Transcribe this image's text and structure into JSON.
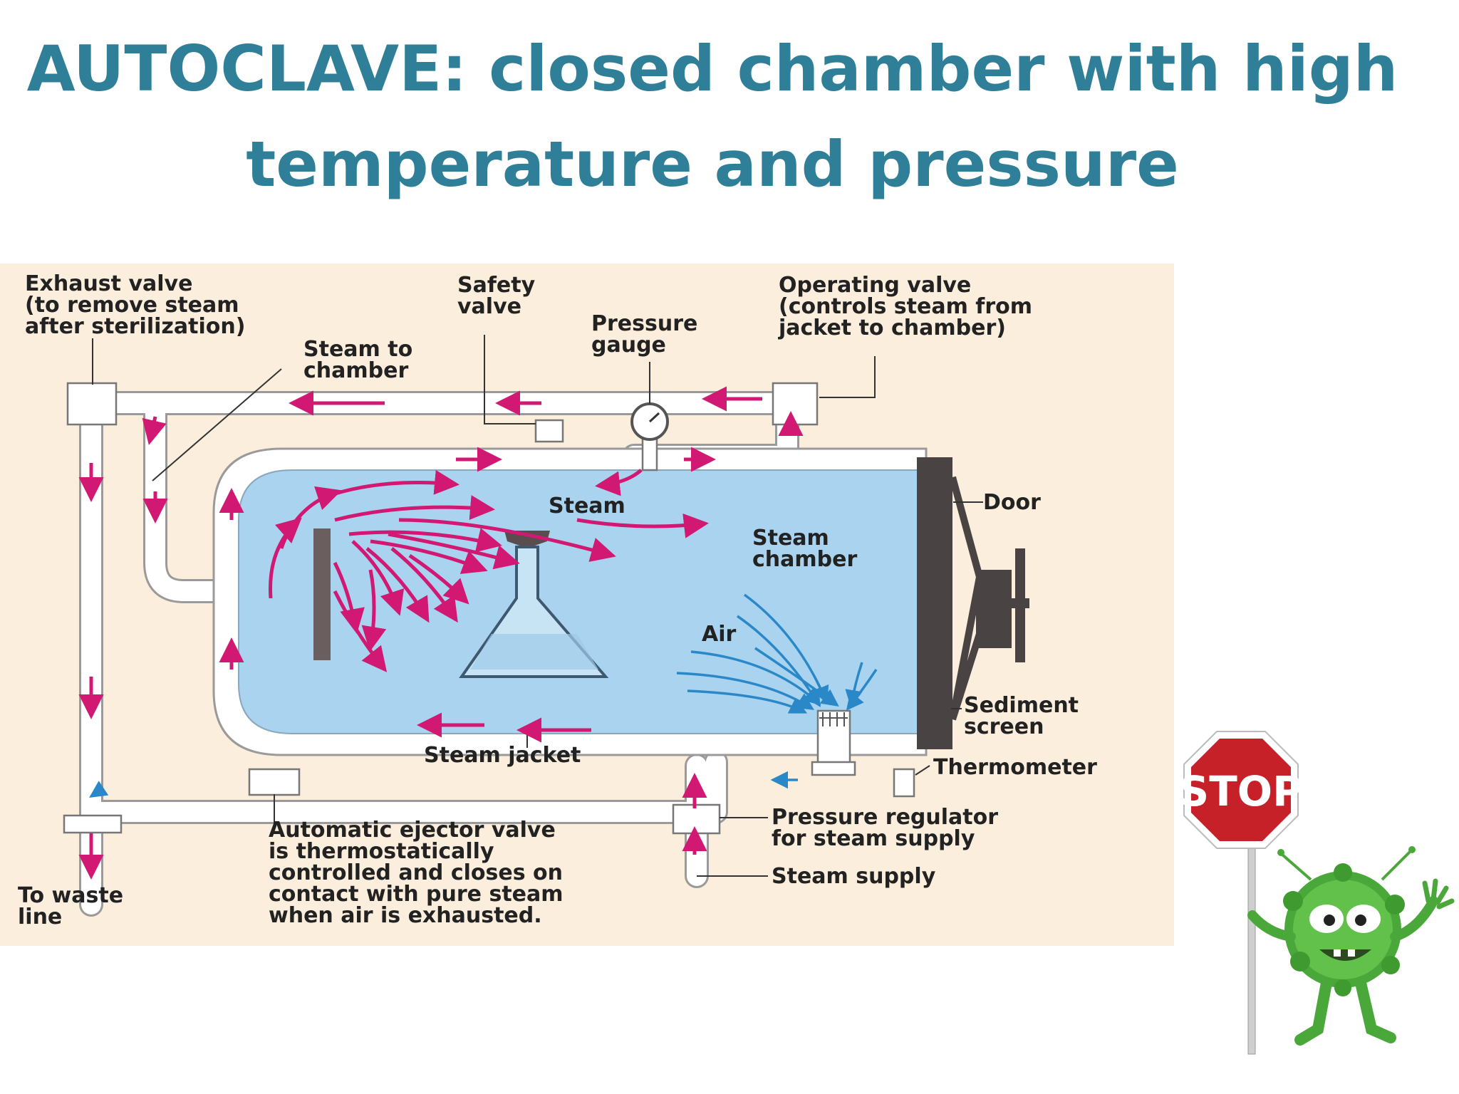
{
  "title": {
    "line1": "AUTOCLAVE: closed chamber with high",
    "line2": "temperature and pressure"
  },
  "colors": {
    "title": "#2f7f98",
    "panel_bg": "#fbeedc",
    "chamber": "#a9d3ee",
    "steam_arrow": "#d11873",
    "air_arrow": "#2a88c8",
    "pipe": "#ffffff",
    "door": "#4a4343"
  },
  "labels": {
    "exhaust_valve": [
      "Exhaust valve",
      "(to remove steam",
      "after sterilization)"
    ],
    "safety_valve": [
      "Safety",
      "valve"
    ],
    "pressure_gauge": [
      "Pressure",
      "gauge"
    ],
    "operating_valve": [
      "Operating valve",
      "(controls steam from",
      "jacket to chamber)"
    ],
    "steam_to_chamber": [
      "Steam to",
      "chamber"
    ],
    "steam": "Steam",
    "door": "Door",
    "steam_chamber": [
      "Steam",
      "chamber"
    ],
    "air": "Air",
    "sediment_screen": [
      "Sediment",
      "screen"
    ],
    "steam_jacket": "Steam jacket",
    "thermometer": "Thermometer",
    "pressure_regulator": [
      "Pressure regulator",
      "for steam supply"
    ],
    "steam_supply": "Steam supply",
    "ejector_valve": [
      "Automatic ejector valve",
      "is thermostatically",
      "controlled and closes on",
      "contact with pure steam",
      "when air is exhausted."
    ],
    "waste_line": [
      "To waste",
      "line"
    ]
  },
  "sign": {
    "text": "STOP"
  },
  "icons": [
    "stop-sign-icon",
    "germ-mascot-icon",
    "flask-icon",
    "pressure-gauge-icon"
  ]
}
